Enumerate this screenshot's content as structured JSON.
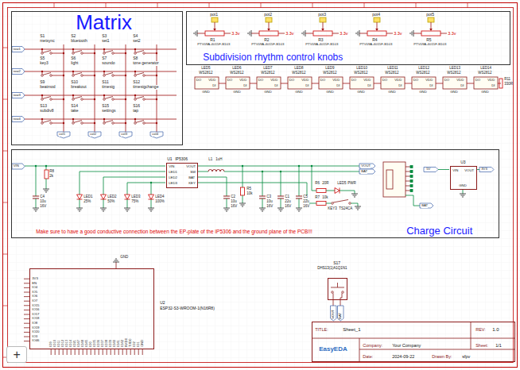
{
  "diagram": {
    "nodes": [
      {
        "text": [
          "Matrix"
        ]
      },
      {
        "text": [
          "Subdivision rhythm control knobs"
        ]
      },
      {
        "text": [
          "Charge Circuit"
        ]
      },
      {
        "text": [
          "U1",
          "IP5306",
          "VIN",
          "LED1",
          "LED2",
          "LED3",
          "VOUT",
          "SW",
          "BAT",
          "KEY"
        ],
        "in": 2
      },
      {
        "text": [
          "U3",
          "VIN",
          "VOUT",
          "GND"
        ],
        "in": 2
      },
      {
        "text": [
          "U2",
          "ESP32-S3-WROOM-1(N16R8)"
        ]
      },
      {
        "text": [
          "S17",
          "DHS13(1)A1Q1N1"
        ]
      },
      {
        "text": [
          "TITLE:",
          "Sheet_1",
          "REV:",
          "1.0",
          "EasyEDA",
          "Company:",
          "Your Company",
          "Sheet:",
          "1/1",
          "Date:",
          "2024-09-22",
          "Drawn By:",
          "sfpv"
        ]
      },
      {
        "text": [
          "+"
        ]
      }
    ],
    "labels": [
      "row1",
      "row2",
      "row3",
      "row4",
      "col1",
      "col2",
      "col3",
      "col4",
      "S1",
      "metsync",
      "S2",
      "bluetooth",
      "S3",
      "set1",
      "S4",
      "set2",
      "S5",
      "key3",
      "S6",
      "light",
      "S7",
      "soundo",
      "S8",
      "tone generator",
      "S9",
      "beatmod",
      "S10",
      "breakout",
      "S11",
      "timesig",
      "S12",
      "timesigchange",
      "S13",
      "subdiv8",
      "S14",
      "take",
      "S15",
      "settings",
      "S16",
      "tap",
      "pot1",
      "R1",
      "PTV09A-4015F-B103",
      "3.3v",
      "pot2",
      "R2",
      "PTV09A-4015F-B103",
      "3.3v",
      "pot3",
      "R3",
      "PTV09A-4015F-B103",
      "3.3v",
      "pot4",
      "R4",
      "PTV09A-4015F-B103",
      "3.3v",
      "pot5",
      "R5",
      "PTV09A-4015F-B103",
      "3.3v",
      "LED5",
      "WS2812",
      "DO",
      "VDD",
      "DI",
      "GND",
      "LED6",
      "WS2812",
      "DO",
      "VDD",
      "DI",
      "GND",
      "LED7",
      "WS2812",
      "DO",
      "VDD",
      "DI",
      "GND",
      "LED8",
      "WS2812",
      "DO",
      "VDD",
      "DI",
      "GND",
      "LED9",
      "WS2812",
      "DO",
      "VDD",
      "DI",
      "GND",
      "LED10",
      "WS2812",
      "DO",
      "VDD",
      "DI",
      "GND",
      "LED11",
      "WS2812",
      "DO",
      "VDD",
      "DI",
      "GND",
      "LED12",
      "WS2812",
      "DO",
      "VDD",
      "DI",
      "GND",
      "LED13",
      "WS2812",
      "DO",
      "VDD",
      "DI",
      "GND",
      "LED14",
      "WS2812",
      "DO",
      "VDD",
      "DI",
      "GND",
      "R11",
      "330R",
      "VIN",
      "R8",
      "2k",
      "C4",
      "10u",
      "16V",
      "LED1",
      "25%",
      "LED2",
      "50%",
      "LED3",
      "75%",
      "LED4",
      "100%",
      "L1",
      "1uH",
      "C2",
      "10u",
      "16V",
      "C3",
      "10u",
      "16V",
      "C1",
      "22u",
      "16V",
      "C5",
      "22u",
      "16V",
      "R5",
      "10k",
      "R6",
      "20R",
      "LED5",
      "PWR",
      "R7",
      "10k",
      "KEY3",
      "TS24CA",
      "VOUT",
      "BAT",
      "5V",
      "3V3",
      "BAT",
      "Make sure to have a good conductive connection between the EP-plate of the IP5306 and the ground plane of the PCB!!!",
      "3V3",
      "EN",
      "IO4",
      "IO5",
      "IO6",
      "IO7",
      "IO15",
      "IO16",
      "IO17",
      "IO18",
      "IO8",
      "IO19",
      "IO20",
      "IO3",
      "IO46",
      "IO9",
      "IO10",
      "IO11",
      "IO12",
      "IO13",
      "IO14",
      "IO21",
      "IO47",
      "IO48",
      "IO45",
      "IO0",
      "IO35",
      "IO36",
      "IO37",
      "IO38",
      "IO39",
      "IO40",
      "IO41",
      "IO42",
      "RXD0",
      "TXD0",
      "IO2",
      "IO1",
      "GND",
      "GND",
      "VOUT",
      "BAT"
    ]
  }
}
